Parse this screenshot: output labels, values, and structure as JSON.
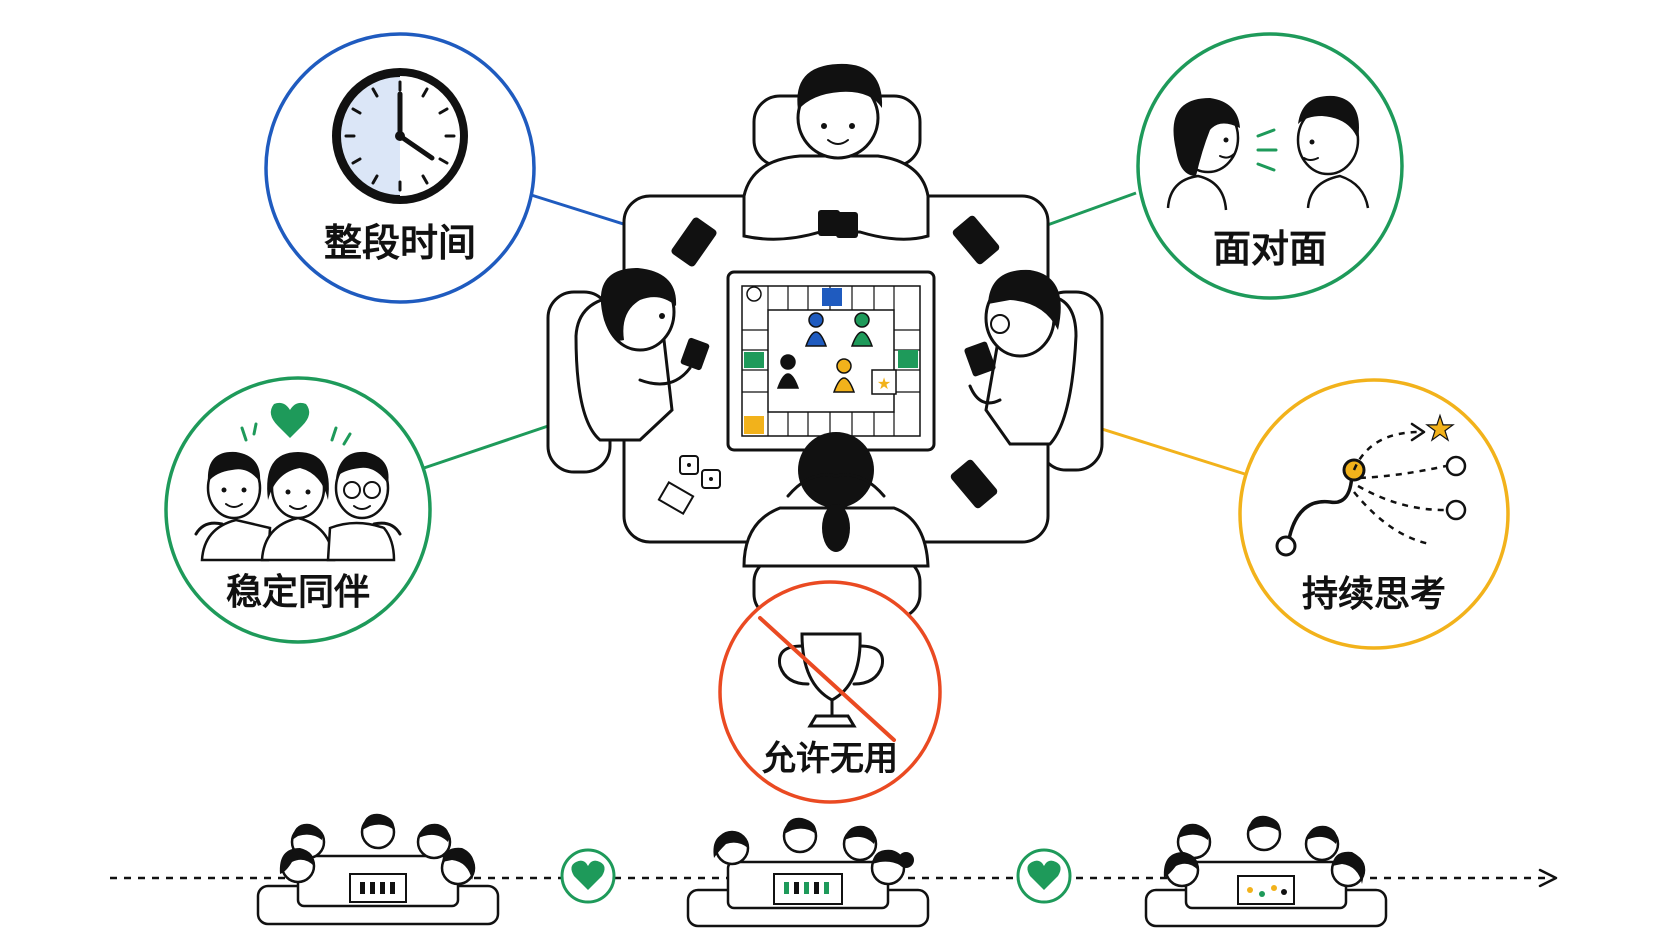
{
  "labels": {
    "whole_time": "整段时间",
    "face_to_face": "面对面",
    "stable_companions": "稳定同伴",
    "sustained_thinking": "持续思考",
    "allowed_useless": "允许无用"
  },
  "colors": {
    "blue": "#1f5bbf",
    "green": "#1e9a5a",
    "yellow": "#f2b21b",
    "red": "#ea4a22",
    "ink": "#111111",
    "clock_fill": "#dbe6f7",
    "piece_blue": "#1f5bbf",
    "piece_green": "#1e9a5a",
    "piece_yellow": "#f2b21b"
  },
  "icons": {
    "whole_time": "clock-icon",
    "face_to_face": "two-faces-icon",
    "stable_companions": "friends-group-icon",
    "sustained_thinking": "branching-path-icon",
    "allowed_useless": "crossed-trophy-icon",
    "timeline_marker": "heart-icon"
  }
}
